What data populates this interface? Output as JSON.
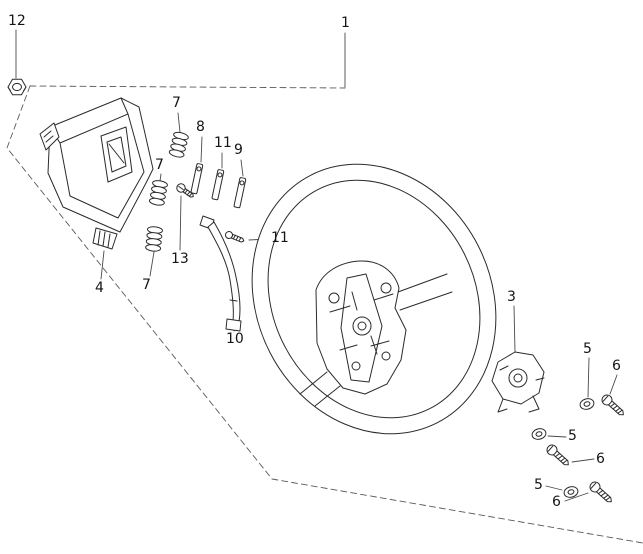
{
  "colors": {
    "line": "#2b2b2b",
    "background": "#ffffff"
  },
  "callouts": [
    {
      "label": "12"
    },
    {
      "label": "1"
    },
    {
      "label": "7"
    },
    {
      "label": "8"
    },
    {
      "label": "11"
    },
    {
      "label": "9"
    },
    {
      "label": "7"
    },
    {
      "label": "13"
    },
    {
      "label": "11"
    },
    {
      "label": "4"
    },
    {
      "label": "7"
    },
    {
      "label": "10"
    },
    {
      "label": "3"
    },
    {
      "label": "5"
    },
    {
      "label": "6"
    },
    {
      "label": "5"
    },
    {
      "label": "6"
    },
    {
      "label": "5"
    },
    {
      "label": "6"
    }
  ]
}
